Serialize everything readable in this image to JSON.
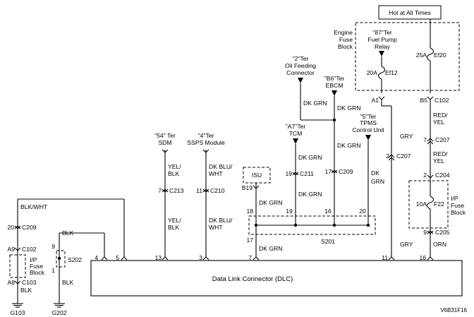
{
  "hot_label": "Hot at All Times",
  "engine_fuse_block": [
    "Engine",
    "Fuse",
    "Block"
  ],
  "relay_label": [
    "\"87\"Ter",
    "Fuel Pump",
    "Relay"
  ],
  "fuses": {
    "ef12": "Ef12",
    "ef12_amp": "20A",
    "ef20": "Ef20",
    "ef20_amp": "25A",
    "f22": "F22",
    "f22_amp": "10A"
  },
  "connectors": {
    "oil": [
      "\"2\"Ter",
      "Oil Feeding",
      "Connector"
    ],
    "ebcm": [
      "\"B6\"Ter",
      "EBCM"
    ],
    "tcm": [
      "\"A7\"Ter",
      "TCM"
    ],
    "tpms": [
      "\"5\"Ter",
      "TPMS",
      "Control Unit"
    ],
    "sdm": [
      "\"54\" Ter",
      "SDM"
    ],
    "ssps": [
      "\"4\"Ter",
      "SSPS Module"
    ]
  },
  "isu": {
    "label": "ISU",
    "pin": "B19"
  },
  "pins": {
    "a1": "A1",
    "b5": "B5",
    "c102_top": "C102",
    "p7": "7",
    "c207_right": "C207",
    "p2a": "2",
    "c207_left": "C207",
    "p2b": "2",
    "c204": "C204",
    "p9": "9",
    "c205": "C205",
    "p19": "19",
    "c211": "C211",
    "p17": "17",
    "c209_mid": "C209",
    "p7b": "7",
    "c213": "C213",
    "p11": "11",
    "c210": "C210",
    "p20": "20",
    "c209_left": "C209",
    "a9": "A9",
    "c102_left": "C102",
    "a8": "A8",
    "c103": "C103",
    "s202_9": "9",
    "s202_1": "1",
    "s201_18": "18",
    "s201_19": "19",
    "s201_16": "16",
    "s201_20": "20",
    "s201_17": "17"
  },
  "splices": {
    "s201": "S201",
    "s202": "S202"
  },
  "wires": {
    "dk_grn": "DK GRN",
    "gry": "GRY",
    "red": "RED/",
    "yel": "YEL",
    "yel1": "YEL/",
    "blk1": "BLK",
    "dkblu": "DK BLU/",
    "wht": "WHT",
    "dk": "DK",
    "grn": "GRN",
    "blkwht": "BLK/WHT",
    "blk": "BLK",
    "orn": "ORN"
  },
  "ip_fuse_block": [
    "I/P",
    "Fuse",
    "Block"
  ],
  "dlc_label": "Data Link Connector (DLC)",
  "dlc_pins": {
    "p4": "4",
    "p5": "5",
    "p13": "13",
    "p3": "3",
    "p7": "7",
    "p11": "11",
    "p16": "16"
  },
  "grounds": {
    "g103": "G103",
    "g202": "G202"
  },
  "figure_code": "V6B31F16"
}
